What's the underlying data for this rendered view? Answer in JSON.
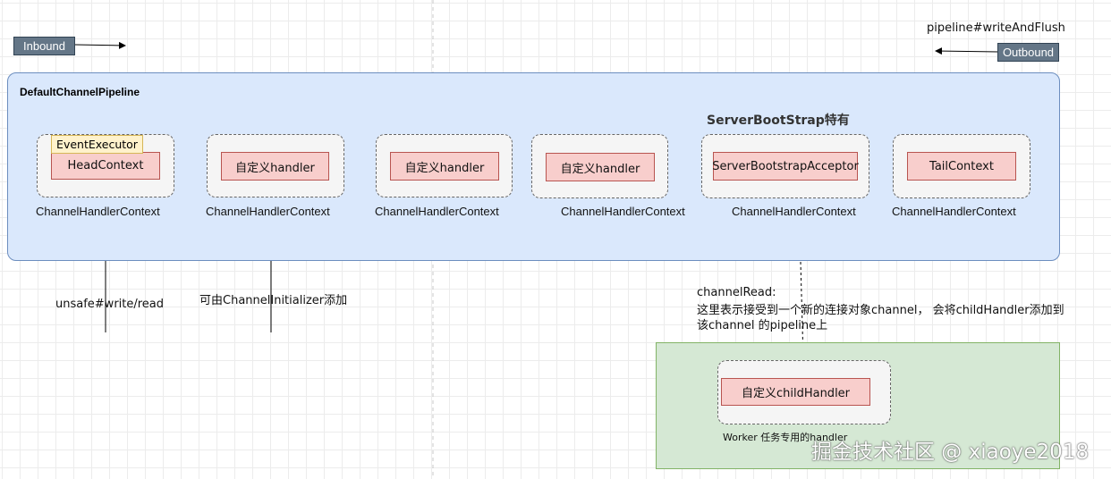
{
  "tags": {
    "inbound": "Inbound",
    "outbound": "Outbound",
    "write_and_flush": "pipeline#writeAndFlush"
  },
  "pipeline": {
    "title": "DefaultChannelPipeline",
    "serverbootstrap_title": "ServerBootStrap特有"
  },
  "event_executor": "EventExecutor",
  "contexts": [
    {
      "handler": "HeadContext",
      "label": "ChannelHandlerContext"
    },
    {
      "handler": "自定义handler",
      "label": "ChannelHandlerContext"
    },
    {
      "handler": "自定义handler",
      "label": "ChannelHandlerContext"
    },
    {
      "handler": "自定义handler",
      "label": "ChannelHandlerContext"
    },
    {
      "handler": "ServerBootstrapAcceptor",
      "label": "ChannelHandlerContext"
    },
    {
      "handler": "TailContext",
      "label": "ChannelHandlerContext"
    }
  ],
  "annotations": {
    "unsafe": "unsafe#write/read",
    "initializer": "可由ChannelInitializer添加",
    "channel_read_1": "channelRead:",
    "channel_read_2": "这里表示接受到一个新的连接对象channel， 会将childHandler添加到",
    "channel_read_3": "该channel 的pipeline上"
  },
  "worker": {
    "handler": "自定义childHandler",
    "label": "Worker 任务专用的handler"
  },
  "watermark": "掘金技术社区 @ xiaoye2018",
  "colors": {
    "pipeline_fill": "#dae8fc",
    "pipeline_stroke": "#6c8ebf",
    "handler_fill": "#f8cecc",
    "handler_stroke": "#b85450",
    "executor_fill": "#fff2cc",
    "worker_fill": "#d5e8d4",
    "tag_fill": "#647687"
  }
}
